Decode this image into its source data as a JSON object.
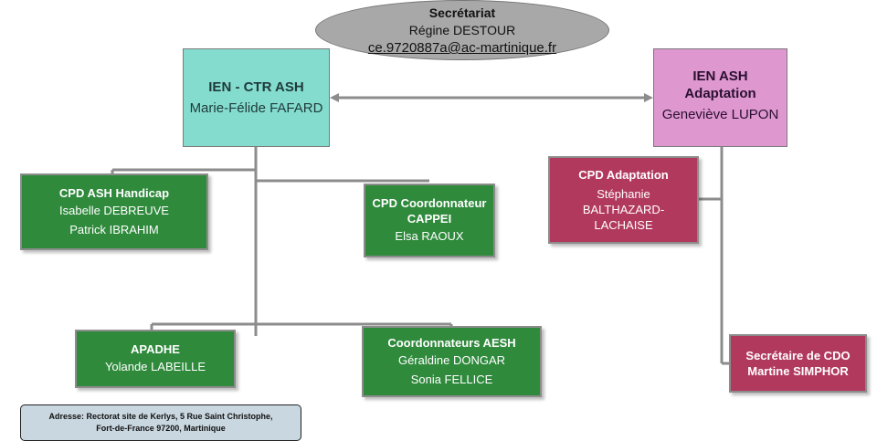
{
  "secretariat": {
    "title": "Secrétariat",
    "name": "Régine DESTOUR",
    "email": "ce.9720887a@ac-martinique.fr"
  },
  "ien_ctr": {
    "title": "IEN - CTR ASH",
    "name": "Marie-Félide FAFARD",
    "color": "#84dccf"
  },
  "ien_adaptation": {
    "title_line1": "IEN ASH",
    "title_line2": "Adaptation",
    "name": "Geneviève LUPON",
    "color": "#de97cf"
  },
  "cpd_handicap": {
    "title": "CPD ASH Handicap",
    "names": [
      "Isabelle DEBREUVE",
      "Patrick IBRAHIM"
    ],
    "color": "#2f8a3c"
  },
  "cpd_coordonnateur": {
    "title_line1": "CPD Coordonnateur",
    "title_line2": "CAPPEI",
    "name": "Elsa RAOUX"
  },
  "apadhe": {
    "title": "APADHE",
    "name": "Yolande LABEILLE"
  },
  "coordonnateurs_aesh": {
    "title": "Coordonnateurs AESH",
    "names": [
      "Géraldine DONGAR",
      "Sonia FELLICE"
    ]
  },
  "cpd_adaptation": {
    "title": "CPD Adaptation",
    "name_lines": [
      "Stéphanie",
      "BALTHAZARD-",
      "LACHAISE"
    ],
    "color": "#b2395e"
  },
  "secretaire_cdo": {
    "title": "Secrétaire de CDO",
    "name": "Martine SIMPHOR"
  },
  "address": {
    "line1": "Adresse: Rectorat site de Kerlys, 5 Rue Saint Christophe,",
    "line2": "Fort-de-France 97200, Martinique"
  }
}
